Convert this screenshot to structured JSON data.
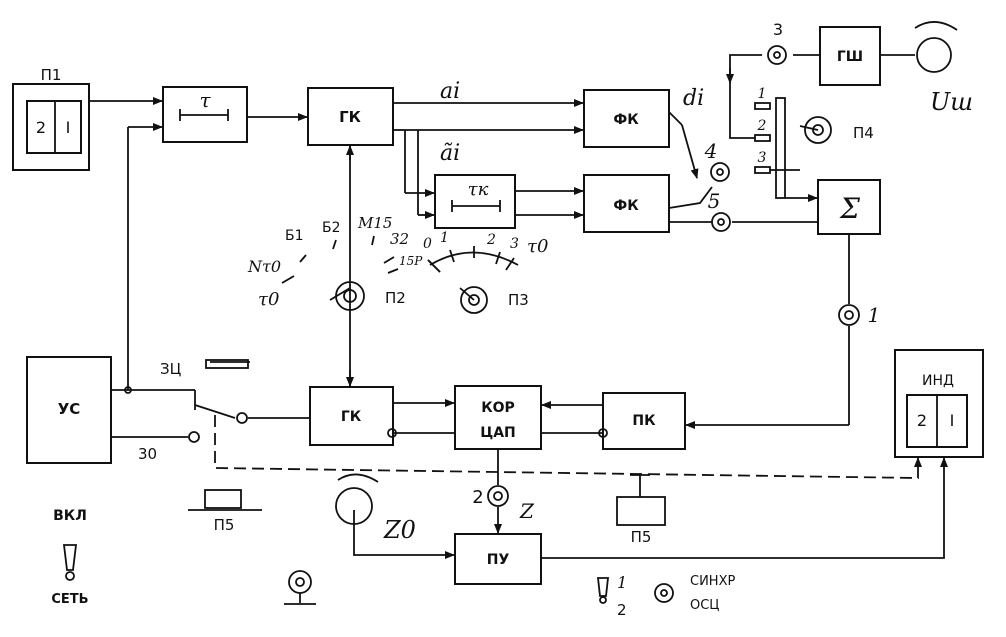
{
  "blocks": {
    "p1": "П1",
    "p1_digit2": "2",
    "p1_digit1": "I",
    "tau": "τ",
    "gk_top": "ГК",
    "fk_top": "ФК",
    "fk_bottom": "ФК",
    "gsh": "ГШ",
    "us": "УС",
    "gk_bottom": "ГК",
    "kor": "КОР",
    "cap": "ЦАП",
    "pk": "ПК",
    "ind": "ИНД",
    "ind_digit2": "2",
    "ind_digit1": "I",
    "pu": "ПУ",
    "tau_k": "τк"
  },
  "signals": {
    "a_i": "ai",
    "a_tilde_i": "ãi",
    "d_i": "di",
    "u_sh": "Uш",
    "z0": "Z0",
    "z": "Z",
    "sum": "Σ"
  },
  "connectors": {
    "c3": "3",
    "c4": "4",
    "c5": "5",
    "c1": "1",
    "c2": "2",
    "sw1": "1",
    "sw2": "2",
    "sw3": "3"
  },
  "controls": {
    "p2": "П2",
    "p3": "П3",
    "p4": "П4",
    "p5_left": "П5",
    "p5_right": "П5",
    "zc": "ЗЦ",
    "z0_switch": "30",
    "vkl": "ВКЛ",
    "set": "СЕТЬ",
    "legend_1": "1",
    "legend_2": "2",
    "sinhr": "СИНХР",
    "osc": "ОСЦ"
  },
  "p2_scale": [
    "Nτ0",
    "Б1",
    "Б2",
    "М15",
    "32",
    "15Р",
    "τ0"
  ],
  "p3_scale": [
    "0",
    "1",
    "2",
    "3",
    "τ0"
  ]
}
